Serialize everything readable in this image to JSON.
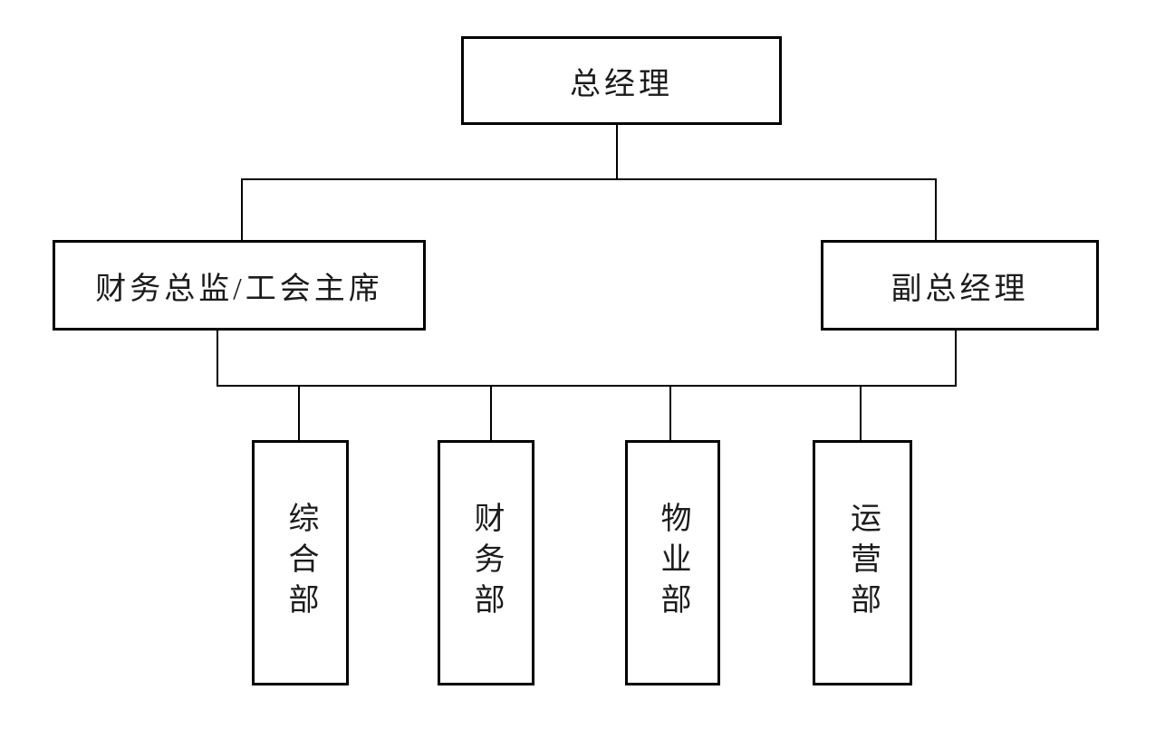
{
  "org": {
    "root": {
      "label": "总经理"
    },
    "level2": [
      {
        "label": "财务总监/工会主席"
      },
      {
        "label": "副总经理"
      }
    ],
    "departments": [
      {
        "label": "综合部"
      },
      {
        "label": "财务部"
      },
      {
        "label": "物业部"
      },
      {
        "label": "运营部"
      }
    ]
  },
  "colors": {
    "background": "#ffffff",
    "box_border": "#000000",
    "connector_line": "#000000",
    "text": "#1b1b1b"
  }
}
